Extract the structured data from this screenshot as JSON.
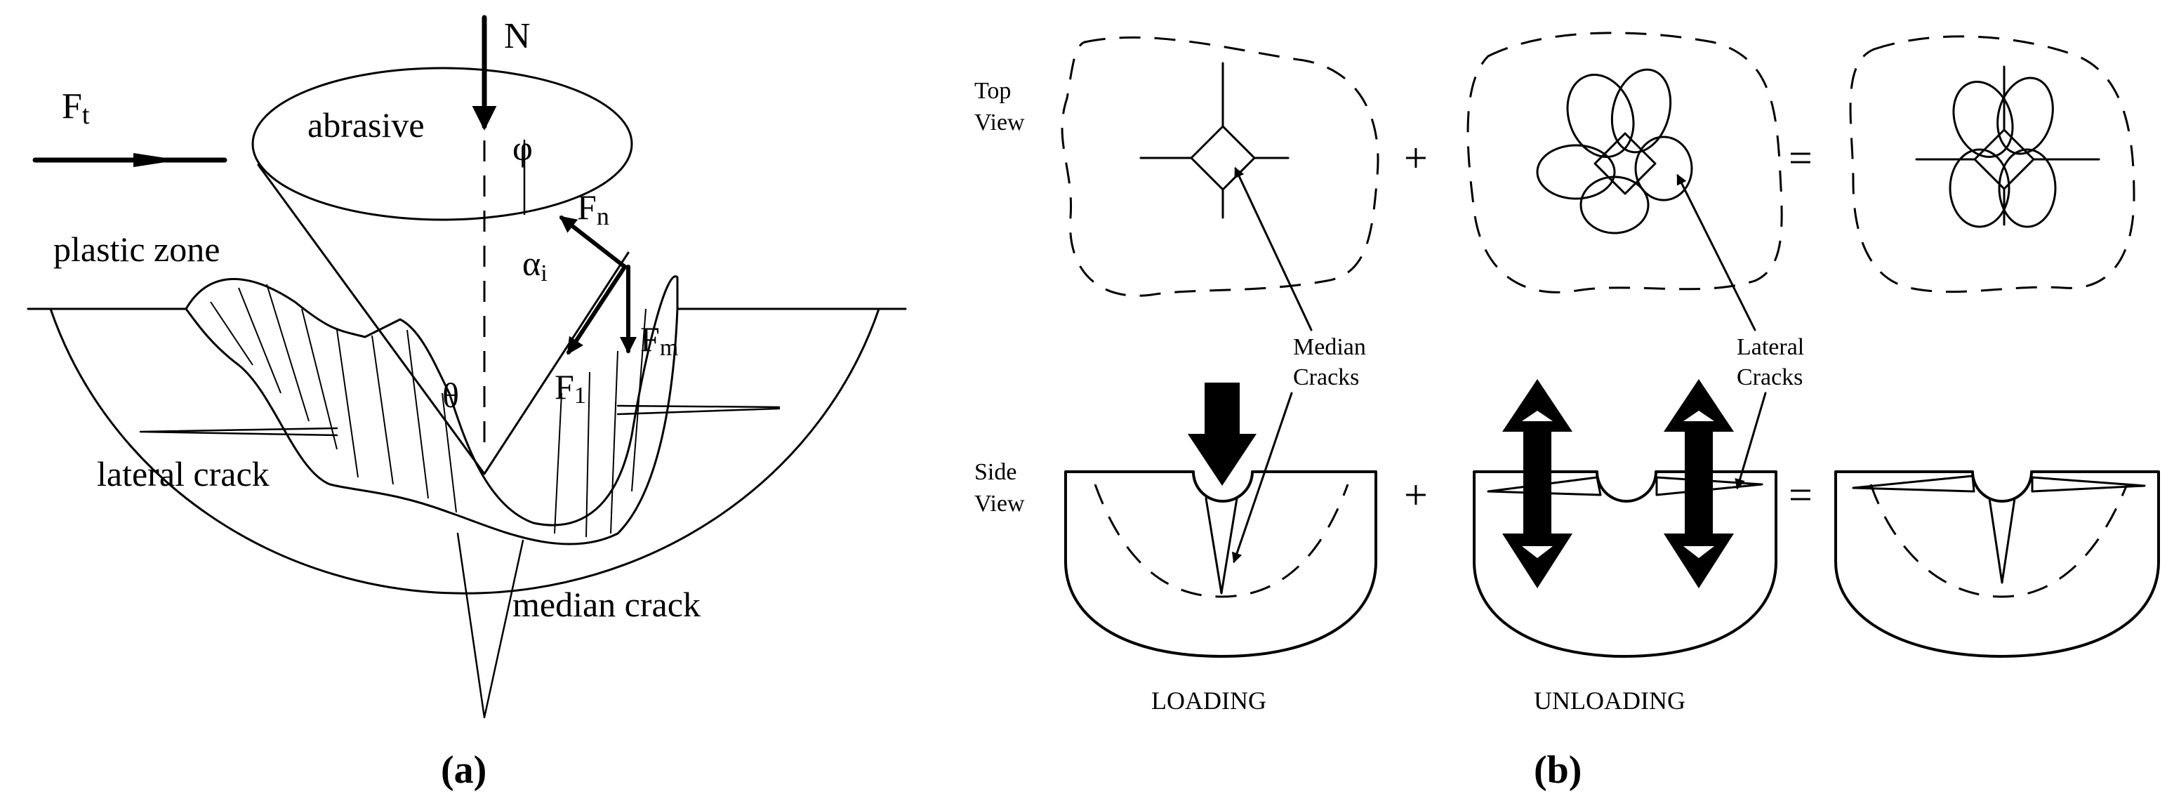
{
  "panel_a": {
    "label": "(a)",
    "N": "N",
    "Ft_main": "F",
    "Ft_sub": "t",
    "abrasive": "abrasive",
    "phi": "φ",
    "Fn_main": "F",
    "Fn_sub": "n",
    "alpha_main": "α",
    "alpha_sub": "i",
    "plastic_zone": "plastic zone",
    "theta": "θ",
    "F1_main": "F",
    "F1_sub": "1",
    "Fm_main": "F",
    "Fm_sub": "m",
    "lateral_crack": "lateral crack",
    "median_crack": "median crack"
  },
  "panel_b": {
    "label": "(b)",
    "top_view_l1": "Top",
    "top_view_l2": "View",
    "side_view_l1": "Side",
    "side_view_l2": "View",
    "median_l1": "Median",
    "median_l2": "Cracks",
    "lateral_l1": "Lateral",
    "lateral_l2": "Cracks",
    "plus": "+",
    "equals": "=",
    "loading": "LOADING",
    "unloading": "UNLOADING"
  }
}
